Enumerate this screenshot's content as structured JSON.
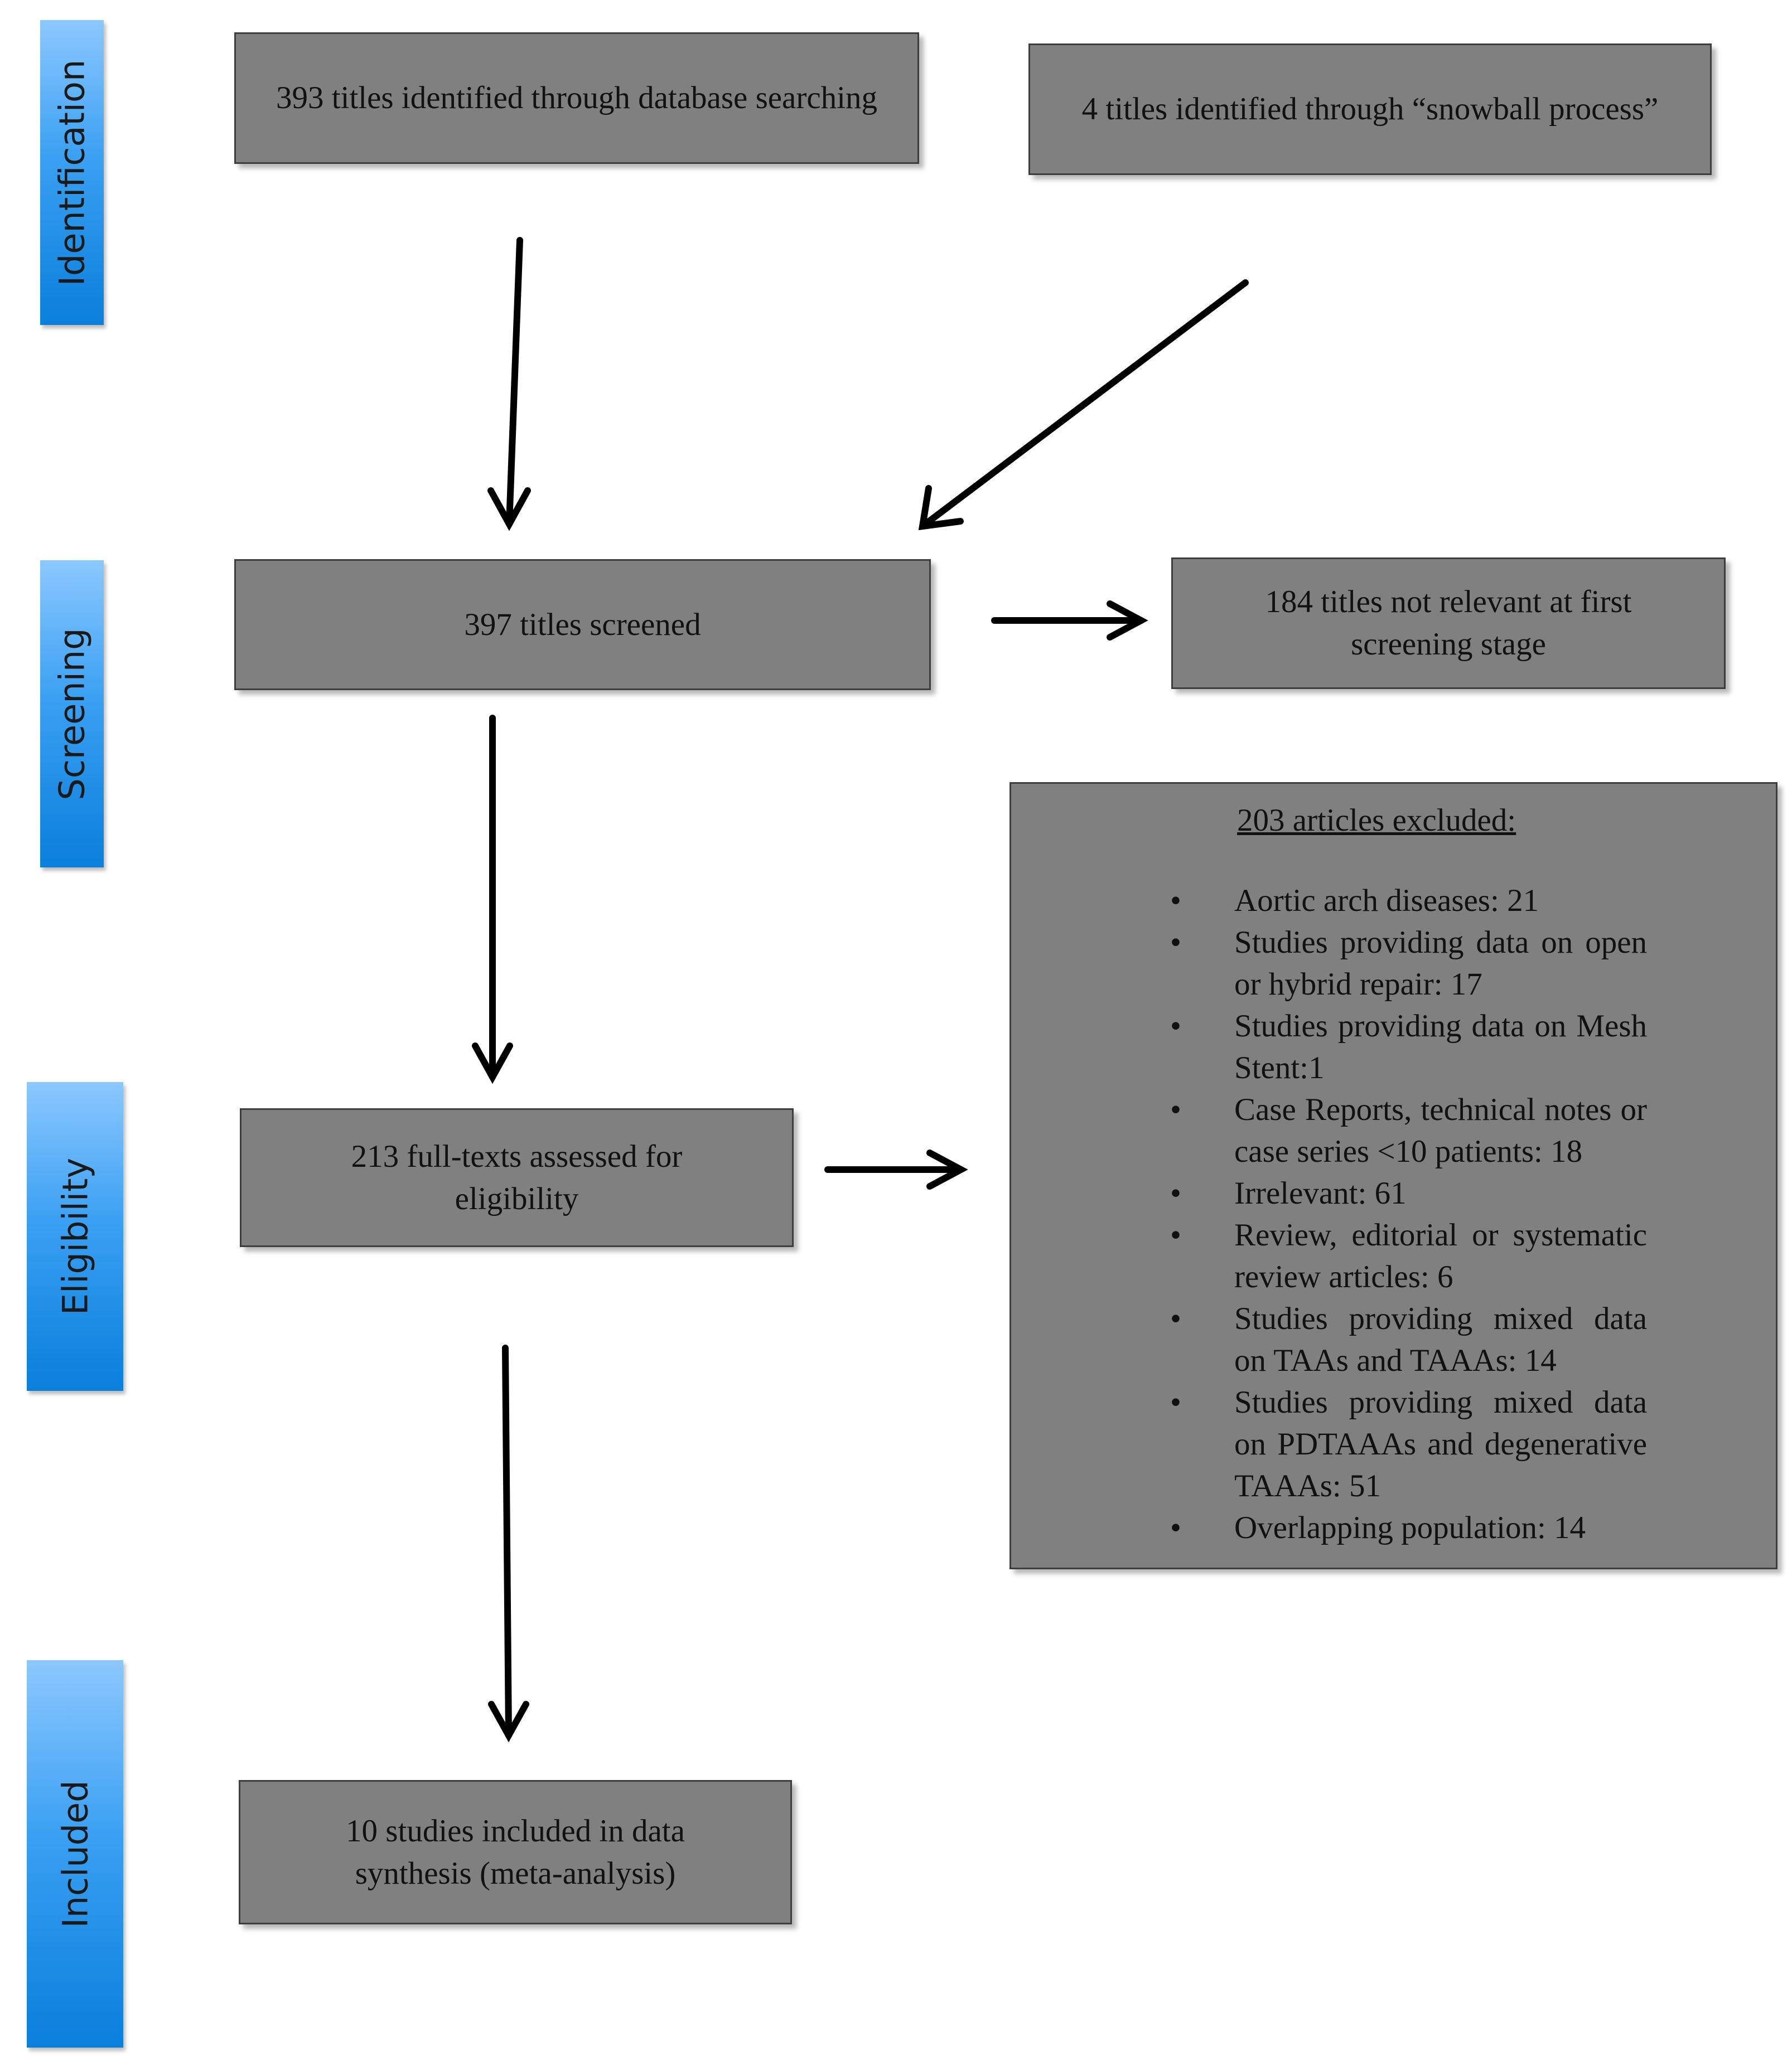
{
  "stages": {
    "identification": "Identification",
    "screening": "Screening",
    "eligibility": "Eligibility",
    "included": "Included"
  },
  "boxes": {
    "database_search": "393 titles identified through database searching",
    "snowball": "4 titles identified through “snowball process”",
    "screened": "397 titles screened",
    "not_relevant": "184 titles not relevant at first screening stage",
    "full_text": "213 full-texts assessed for eligibility",
    "included_studies": "10 studies included in data synthesis (meta-analysis)"
  },
  "exclusions": {
    "title": "203 articles excluded:",
    "items": [
      "Aortic arch diseases: 21",
      "Studies providing data on open or hybrid repair: 17",
      "Studies providing data on Mesh Stent:1",
      "Case Reports, technical notes or case series <10 patients: 18",
      "Irrelevant: 61",
      "Review, editorial or systematic review articles: 6",
      "Studies providing mixed data on TAAs and TAAAs: 14",
      "Studies providing mixed data on PDTAAAs and degenerative TAAAs: 51",
      "Overlapping population: 14"
    ]
  }
}
